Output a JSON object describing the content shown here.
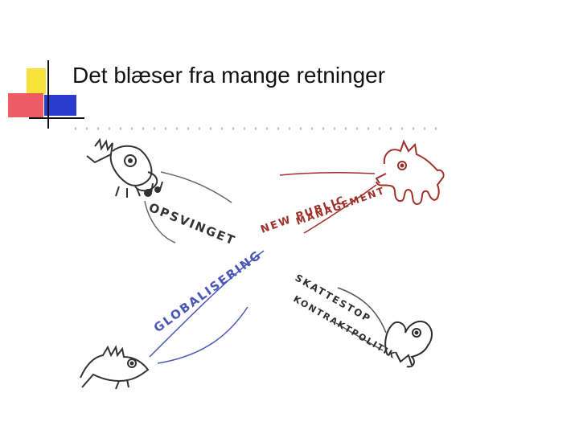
{
  "slide": {
    "title": "Det blæser fra mange retninger"
  },
  "illustration": {
    "labels": {
      "opsvinget": "OPSVINGET",
      "npm_line1": "NEW PUBLIC",
      "npm_line2": "MANAGEMENT",
      "globalisering": "GLOBALISERING",
      "skattestop": "SKATTESTOP",
      "kontraktpolitik": "KONTRAKTPOLITIK"
    },
    "colors": {
      "opsvinget": "#333333",
      "npm": "#a0302a",
      "globalisering": "#4a57b5",
      "skattestop": "#2e2e2e",
      "accent_yellow": "#f7e23a",
      "accent_blue": "#2a3bd0",
      "accent_red": "#e8404a"
    }
  }
}
